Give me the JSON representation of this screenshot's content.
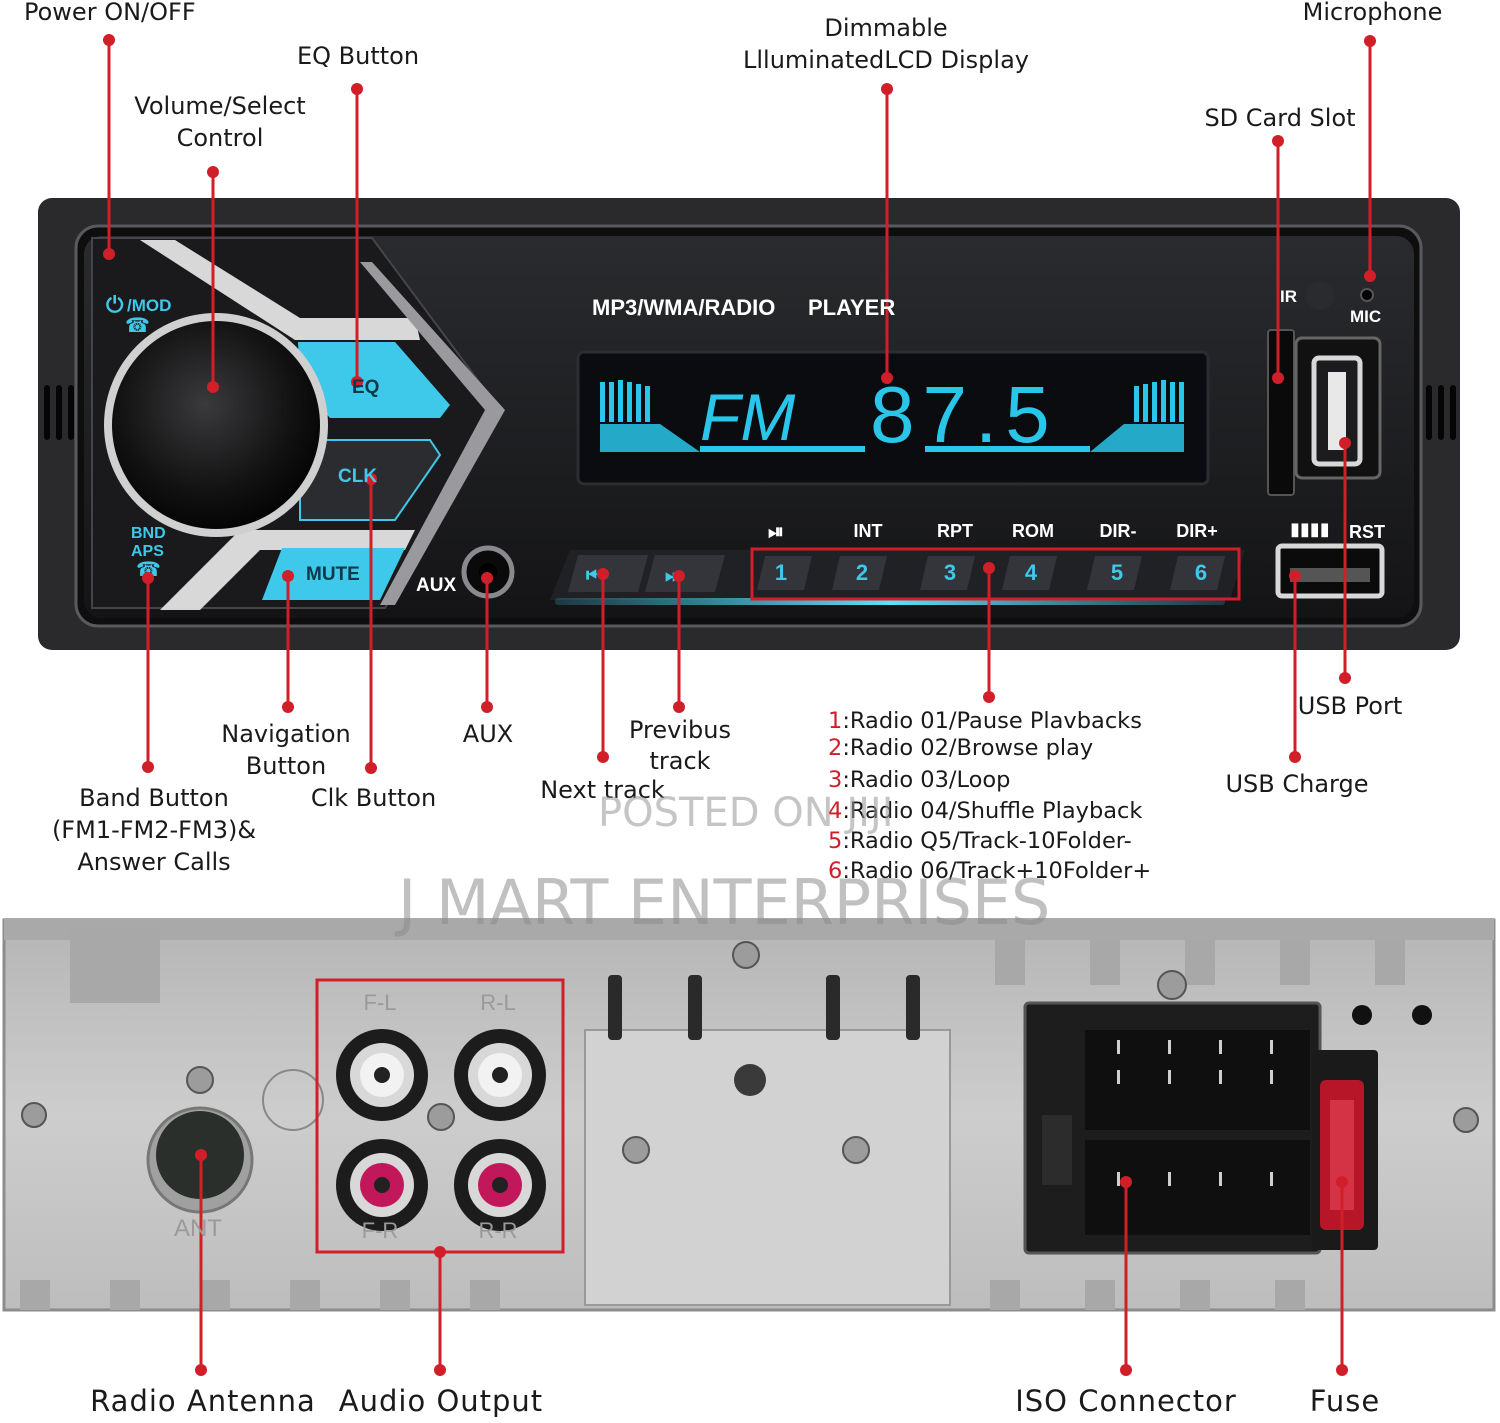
{
  "front_panel": {
    "mod_label": "/MOD",
    "eq_label": "EQ",
    "clk_label": "CLK",
    "mute_label": "MUTE",
    "bnd_label": "BND",
    "aps_label": "APS",
    "aux_label": "AUX",
    "title_left": "MP3/WMA/RADIO",
    "title_right": "PLAYER",
    "display_band": "FM",
    "display_freq": "87.5",
    "ir_label": "IR",
    "mic_label": "MIC",
    "rst_label": "RST",
    "preset_labels": [
      "INT",
      "RPT",
      "ROM",
      "DIR-",
      "DIR+"
    ],
    "preset_numbers": [
      "1",
      "2",
      "3",
      "4",
      "5",
      "6"
    ]
  },
  "callouts_top": {
    "power": "Power ON/OFF",
    "eq": "EQ Button",
    "volume_line1": "Volume/Select",
    "volume_line2": "Control",
    "display_line1": "Dimmable",
    "display_line2": "LlluminatedLCD Display",
    "sd": "SD Card Slot",
    "mic": "Microphone"
  },
  "callouts_bottom": {
    "nav_line1": "Navigation",
    "nav_line2": "Button",
    "aux": "AUX",
    "prev_line1": "Previbus",
    "prev_line2": "track",
    "next": "Next track",
    "band_line1": "Band Button",
    "band_line2": "(FM1-FM2-FM3)&",
    "band_line3": "Answer Calls",
    "clk": "Clk Button",
    "usb_port": "USB Port",
    "usb_charge": "USB Charge"
  },
  "functions": [
    {
      "num": "1",
      "text": ":Radio 01/Pause Plavbacks"
    },
    {
      "num": "2",
      "text": ":Radio 02/Browse play"
    },
    {
      "num": "3",
      "text": ":Radio 03/Loop"
    },
    {
      "num": "4",
      "text": ":Radio 04/Shuffle Playback"
    },
    {
      "num": "5",
      "text": ":Radio Q5/Track-10Folder-"
    },
    {
      "num": "6",
      "text": ":Radio 06/Track+10Folder+"
    }
  ],
  "rear_panel": {
    "jacks": [
      "F-L",
      "R-L",
      "F-R",
      "R-R"
    ],
    "ant_label": "ANT"
  },
  "rear_callouts": {
    "antenna": "Radio Antenna",
    "audio": "Audio Output",
    "iso": "ISO Connector",
    "fuse": "Fuse"
  },
  "watermarks": {
    "posted": "POSTED ON JIJI",
    "seller": "J MART ENTERPRISES"
  },
  "colors": {
    "callout_red": "#d11f2a",
    "lcd_cyan": "#29c6ea",
    "button_cyan": "#3ec8ea",
    "panel_dark": "#1b1c1e",
    "chassis_gray": "#c4c4c4"
  }
}
